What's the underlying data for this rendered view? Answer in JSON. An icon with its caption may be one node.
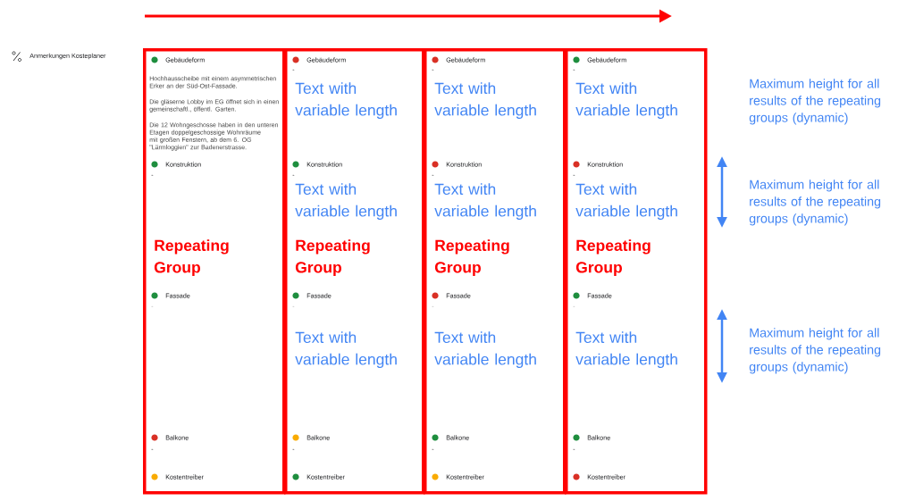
{
  "diagram": {
    "nodes": [
      {
        "text": [
          "Gebäudeform",
          "Hochhausscheibe mit einem asymmetrischen Erker an der Süd-Ost-Fassade.",
          "Die gläserne Lobby im EG öffnet sich in einen gemeinschaftl., öffentl. Garten.",
          "Die 12 Wohngeschosse haben in den unteren Etagen doppelgeschossige Wohnräume mit großen Fenstern, ab dem 6. OG \"Lärmloggien\" zur Badenerstrasse.",
          "Konstruktion",
          "-",
          "Repeating Group",
          "Fassade",
          "-",
          "Balkone",
          "-",
          "Kostentreiber"
        ]
      },
      {
        "text": [
          "Gebäudeform",
          "-",
          "Text with variable length",
          "Konstruktion",
          "-",
          "Text with variable length",
          "Repeating Group",
          "Fassade",
          "-",
          "Text with variable length",
          "Balkone",
          "-",
          "Kostentreiber"
        ]
      },
      {
        "text": [
          "Gebäudeform",
          "-",
          "Text with variable length",
          "Konstruktion",
          "-",
          "Text with variable length",
          "Repeating Group",
          "Fassade",
          "-",
          "Text with variable length",
          "Balkone",
          "-",
          "Kostentreiber"
        ]
      },
      {
        "text": [
          "Gebäudeform",
          "-",
          "Text with variable length",
          "Konstruktion",
          "-",
          "Text with variable length",
          "Repeating Group",
          "Fassade",
          "-",
          "Text with variable length",
          "Balkone",
          "-",
          "Kostentreiber"
        ]
      }
    ],
    "labels": [
      "Anmerkungen Kosteplaner",
      "Maximum height for all results of the repeating groups (dynamic)",
      "Maximum height for all results of the repeating groups (dynamic)",
      "Maximum height for all results of the repeating groups (dynamic)"
    ]
  }
}
